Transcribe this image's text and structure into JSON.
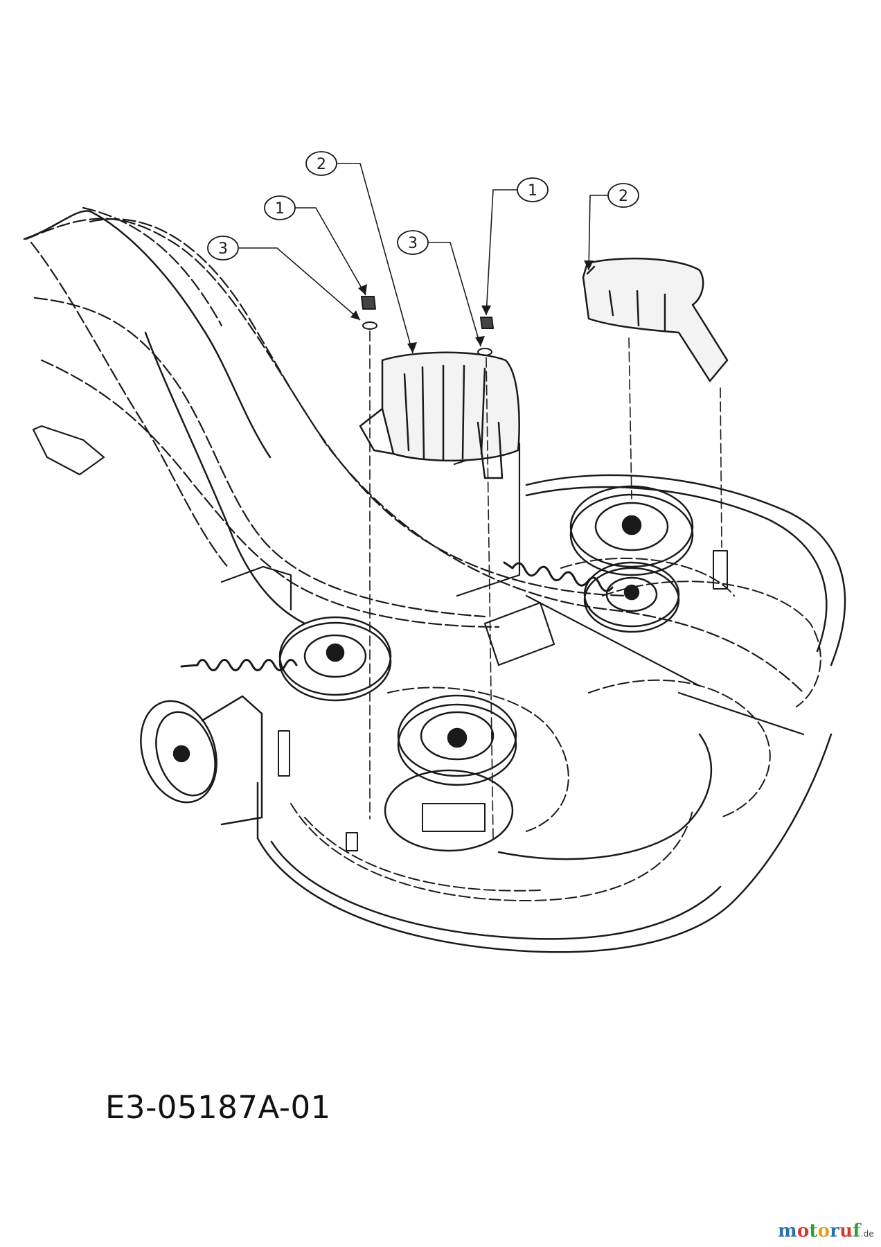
{
  "diagram": {
    "drawing_number": "E3-05187A-01",
    "callouts": [
      {
        "id": "callout-2-left",
        "label": "2"
      },
      {
        "id": "callout-1-left",
        "label": "1"
      },
      {
        "id": "callout-3-left",
        "label": "3"
      },
      {
        "id": "callout-1-right",
        "label": "1"
      },
      {
        "id": "callout-3-right",
        "label": "3"
      },
      {
        "id": "callout-2-right",
        "label": "2"
      }
    ]
  },
  "watermark": {
    "letters": [
      "m",
      "o",
      "t",
      "o",
      "r",
      "u",
      "f"
    ],
    "letter_colors": [
      "#2a6fb4",
      "#d43a2a",
      "#3a9a3a",
      "#e0a020",
      "#2a6fb4",
      "#d43a2a",
      "#3a9a3a"
    ],
    "tld": ".de"
  }
}
